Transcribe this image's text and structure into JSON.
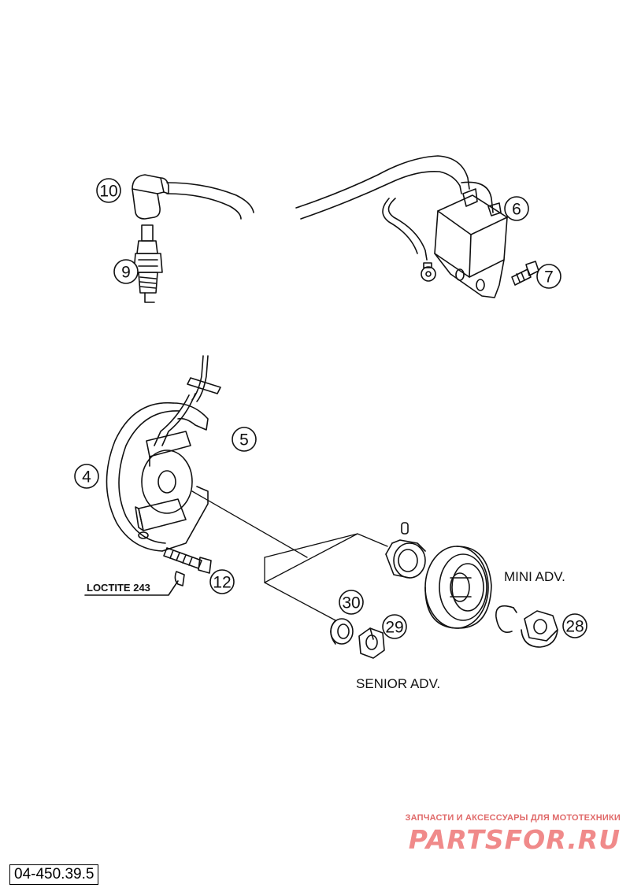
{
  "callouts": {
    "c4": "4",
    "c5": "5",
    "c6": "6",
    "c7": "7",
    "c9": "9",
    "c10": "10",
    "c12": "12",
    "c28": "28",
    "c29": "29",
    "c30": "30"
  },
  "labels": {
    "loctite": "LOCTITE 243",
    "mini_adv": "MINI ADV.",
    "senior_adv": "SENIOR ADV."
  },
  "watermark": {
    "tagline": "ЗАПЧАСТИ И АКСЕССУАРЫ ДЛЯ МОТОТЕХНИКИ",
    "brand": "PARTSFOR.RU"
  },
  "reference_code": "04-450.39.5",
  "colors": {
    "ink": "#111111",
    "watermark": "#f08a8a"
  }
}
